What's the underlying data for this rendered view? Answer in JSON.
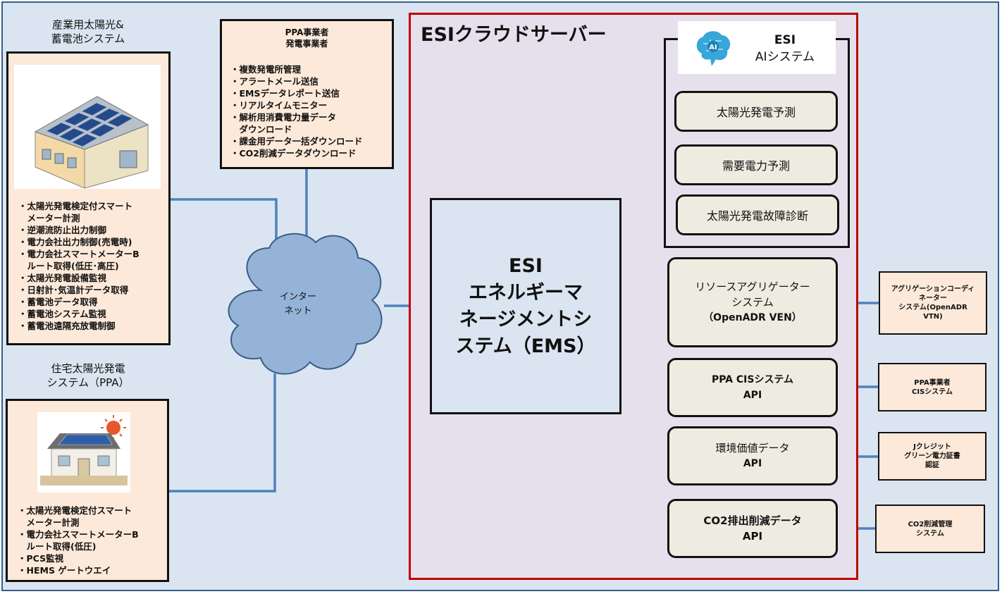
{
  "industrial": {
    "title_lines": [
      "産業用太陽光&",
      "蓄電池システム"
    ],
    "items": [
      "・太陽光発電検定付スマート",
      "　メーター計測",
      "・逆潮流防止出力制御",
      "・電力会社出力制御(売電時)",
      "・電力会社スマートメーターB",
      "　ルート取得(低圧･高圧)",
      "・太陽光発電設備監視",
      "・日射計･気温計データ取得",
      "・蓄電池データ取得",
      "・蓄電池システム監視",
      "・蓄電池遠隔充放電制御"
    ]
  },
  "residential": {
    "title_lines": [
      "住宅太陽光発電",
      "システム（PPA）"
    ],
    "items": [
      "・太陽光発電検定付スマート",
      "　メーター計測",
      "・電力会社スマートメーターB",
      "　ルート取得(低圧)",
      "・PCS監視",
      "・HEMS ゲートウエイ"
    ]
  },
  "ppa": {
    "title_lines": [
      "PPA事業者",
      "発電事業者"
    ],
    "items": [
      "・複数発電所管理",
      "・アラートメール送信",
      "・EMSデータレポート送信",
      "・リアルタイムモニター",
      "・解析用消費電力量データ",
      "　ダウンロード",
      "・課金用データ一括ダウンロード",
      "・CO2削減データダウンロード"
    ]
  },
  "internet": {
    "lines": [
      "インター",
      "ネット"
    ]
  },
  "cloud": {
    "title": "ESIクラウドサーバー"
  },
  "ai": {
    "lines": [
      "ESI",
      "AIシステム"
    ],
    "logo_text": "AI"
  },
  "ai_items": [
    "太陽光発電予測",
    "需要電力予測",
    "太陽光発電故障診断"
  ],
  "ems": {
    "lines": [
      "ESI",
      "エネルギーマ",
      "ネージメントシ",
      "ステム（EMS）"
    ]
  },
  "modules": [
    {
      "lines": [
        "リソースアグリゲーター",
        "システム",
        "（OpenADR VEN）"
      ]
    },
    {
      "lines": [
        "PPA CISシステム",
        "API"
      ]
    },
    {
      "lines": [
        "環境価値データ",
        "API"
      ]
    },
    {
      "lines": [
        "CO2排出削減データ",
        "API"
      ]
    }
  ],
  "external": [
    {
      "lines": [
        "アグリゲーションコーディ",
        "ネーター",
        "システム(OpenADR",
        "VTN)"
      ]
    },
    {
      "lines": [
        "PPA事業者",
        "CISシステム"
      ]
    },
    {
      "lines": [
        "Jクレジット",
        "グリーン電力証書",
        "認証"
      ]
    },
    {
      "lines": [
        "CO2削減管理",
        "システム"
      ]
    }
  ],
  "colors": {
    "background": "#dbe5f1",
    "peach": "#fde9d9",
    "cloud_panel": "#e6e0ec",
    "cloud_border": "#c00000",
    "connector": "#4f81bd",
    "internet": "#95b3d7",
    "module": "#eeece1"
  }
}
